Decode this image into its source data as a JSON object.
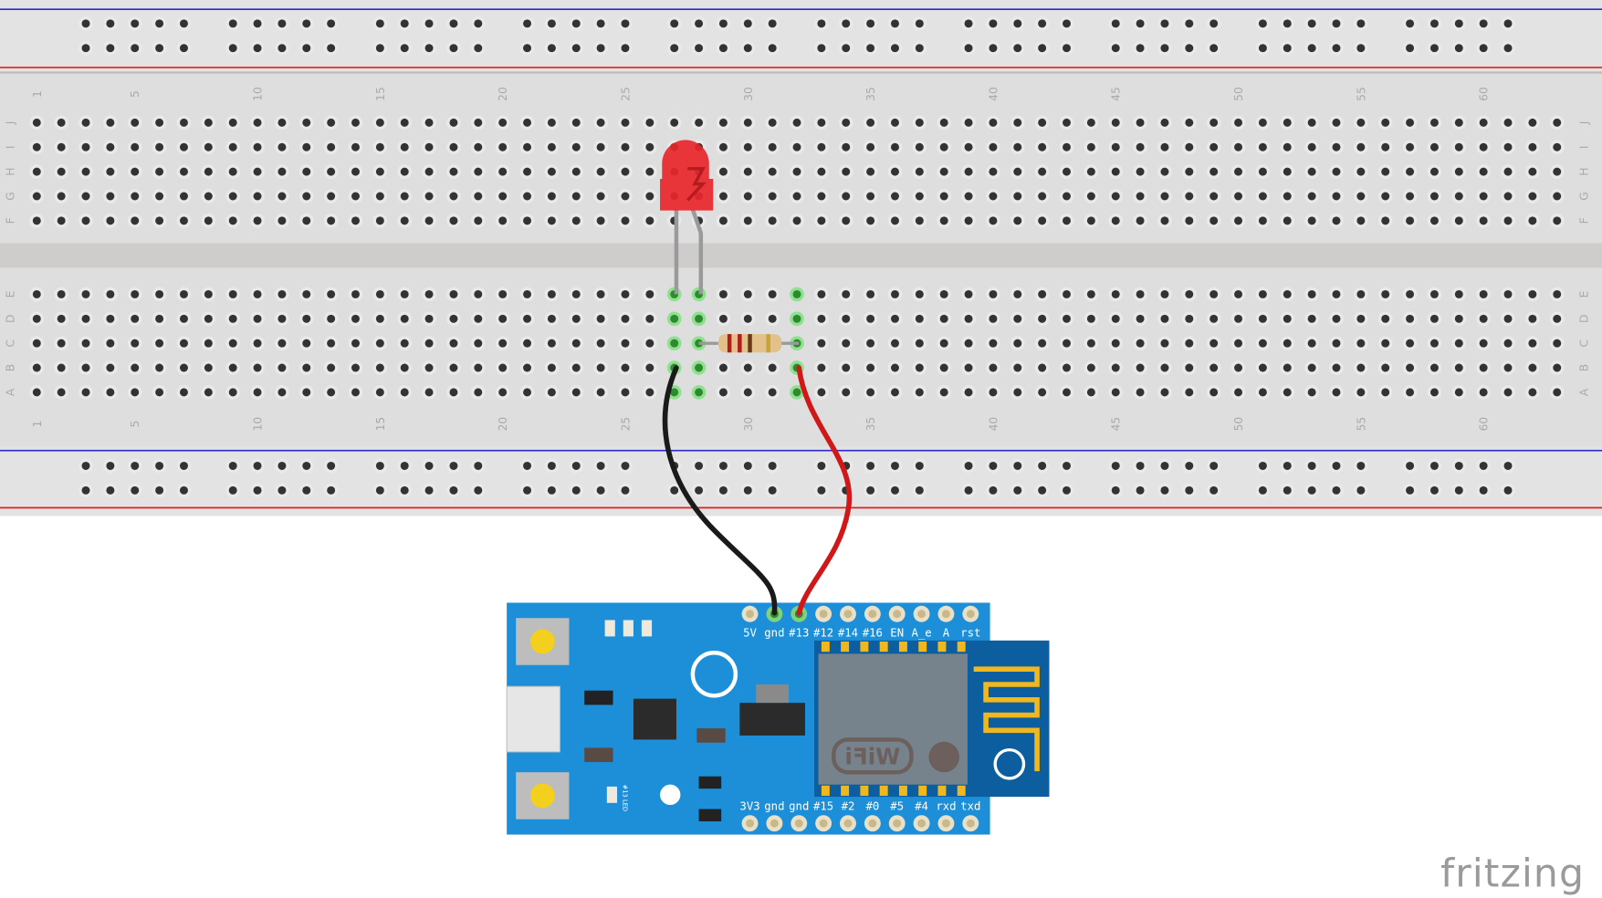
{
  "breadboard": {
    "row_letters_top": [
      "J",
      "I",
      "H",
      "G",
      "F"
    ],
    "row_letters_bottom": [
      "E",
      "D",
      "C",
      "B",
      "A"
    ],
    "column_labels": [
      "1",
      "5",
      "10",
      "15",
      "20",
      "25",
      "30",
      "35",
      "40",
      "45",
      "50",
      "55",
      "60"
    ],
    "rail_colors": {
      "negative": "#2a2ad0",
      "positive": "#e02020"
    },
    "highlighted_columns": [
      27,
      28,
      32
    ]
  },
  "components": {
    "led": {
      "color": "#e8262b"
    },
    "resistor": {
      "bands": [
        "#b01e1e",
        "#b01e1e",
        "#6b3a1a",
        "#c8a23a"
      ]
    },
    "wire_black": {
      "color": "#1a1a1a"
    },
    "wire_red": {
      "color": "#d01818"
    }
  },
  "board": {
    "color": "#1d8fd9",
    "top_pins": [
      "5V",
      "gnd",
      "#13",
      "#12",
      "#14",
      "#16",
      "EN",
      "A_e",
      "A",
      "rst"
    ],
    "bottom_pins": [
      "3V3",
      "gnd",
      "gnd",
      "#15",
      "#2",
      "#0",
      "#5",
      "#4",
      "rxd",
      "txd"
    ],
    "led_label": "#13 LED",
    "module_logo": "WiFi"
  },
  "logo": "fritzing"
}
